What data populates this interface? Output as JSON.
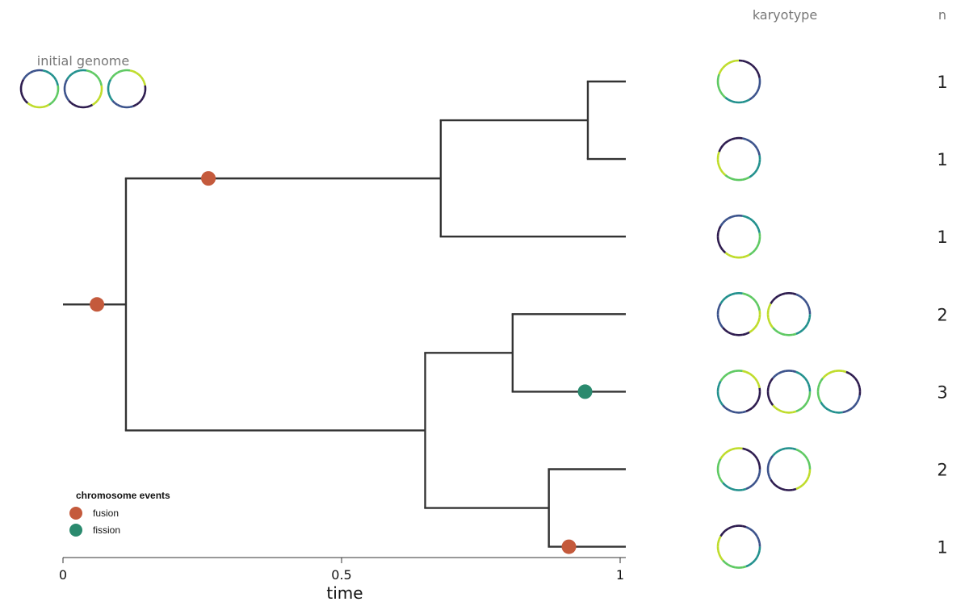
{
  "headers": {
    "initial_genome": "initial genome",
    "karyotype": "karyotype",
    "n": "n"
  },
  "axis": {
    "title": "time",
    "ticks": [
      {
        "value": 0,
        "label": "0"
      },
      {
        "value": 0.5,
        "label": "0.5"
      },
      {
        "value": 1,
        "label": "1"
      }
    ]
  },
  "legend": {
    "title": "chromosome events",
    "items": [
      {
        "label": "fusion",
        "color": "#c45a3c"
      },
      {
        "label": "fission",
        "color": "#2a8a6e"
      }
    ]
  },
  "colors": {
    "fusion": "#c45a3c",
    "fission": "#2a8a6e",
    "branch": "#333333",
    "palette": [
      "#2d1b4e",
      "#3b528b",
      "#21908d",
      "#5ec962",
      "#bfdc2a"
    ]
  },
  "tree": {
    "root_time": 0,
    "internal_nodes": [
      {
        "id": "A",
        "time": 0.113,
        "children": [
          "B",
          "C"
        ]
      },
      {
        "id": "B",
        "time": 0.678,
        "children": [
          "D",
          "tip3"
        ]
      },
      {
        "id": "D",
        "time": 0.942,
        "children": [
          "tip1",
          "tip2"
        ]
      },
      {
        "id": "C",
        "time": 0.65,
        "children": [
          "E",
          "F"
        ]
      },
      {
        "id": "E",
        "time": 0.807,
        "children": [
          "tip4",
          "tip5"
        ]
      },
      {
        "id": "F",
        "time": 0.872,
        "children": [
          "tip6",
          "tip7"
        ]
      }
    ],
    "tip_time": 1.0
  },
  "events": [
    {
      "type": "fusion",
      "branch": "root",
      "time": 0.061
    },
    {
      "type": "fusion",
      "branch": "A-B",
      "time": 0.261
    },
    {
      "type": "fission",
      "branch": "E-tip5",
      "time": 0.937
    },
    {
      "type": "fusion",
      "branch": "F-tip7",
      "time": 0.908
    }
  ],
  "initial_genome_chromosomes": 3,
  "tips": [
    {
      "id": "tip1",
      "n": "1",
      "chromosomes": 1
    },
    {
      "id": "tip2",
      "n": "1",
      "chromosomes": 1
    },
    {
      "id": "tip3",
      "n": "1",
      "chromosomes": 1
    },
    {
      "id": "tip4",
      "n": "2",
      "chromosomes": 2
    },
    {
      "id": "tip5",
      "n": "3",
      "chromosomes": 3
    },
    {
      "id": "tip6",
      "n": "2",
      "chromosomes": 2
    },
    {
      "id": "tip7",
      "n": "1",
      "chromosomes": 1
    }
  ]
}
